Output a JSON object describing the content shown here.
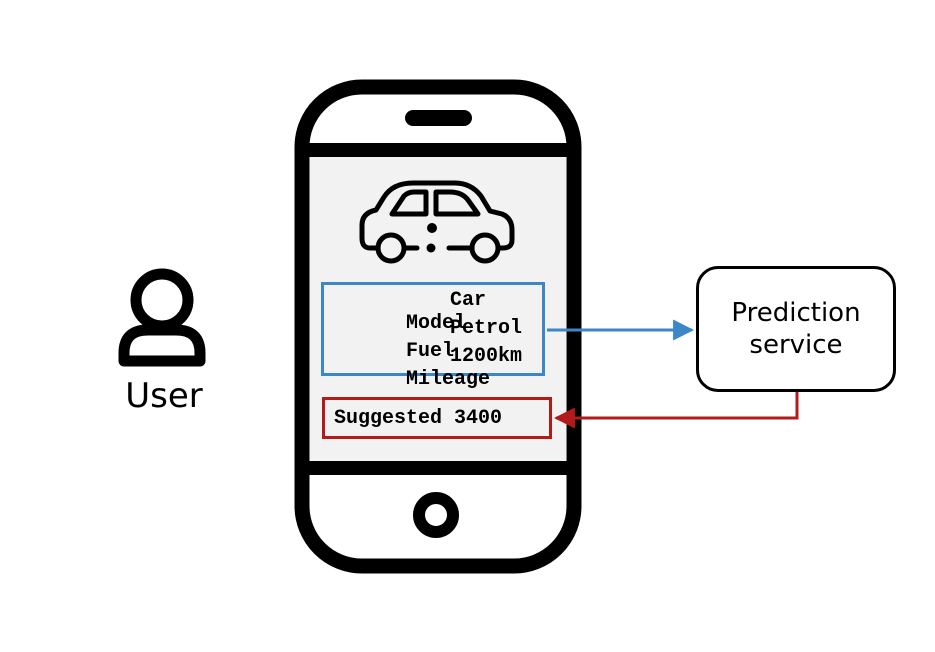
{
  "user": {
    "label": "User",
    "icon": "user-icon"
  },
  "phone": {
    "icon": "car-icon",
    "fields": [
      {
        "key": "Model",
        "value": "Car"
      },
      {
        "key": "Fuel",
        "value": "Petrol"
      },
      {
        "key": "Mileage",
        "value": "1200km"
      }
    ],
    "suggestion": {
      "label": "Suggested",
      "value": "3400"
    }
  },
  "service": {
    "line1": "Prediction",
    "line2": "service"
  },
  "colors": {
    "request_arrow": "#3b87c8",
    "response_arrow": "#b31b1b",
    "outline": "#000000"
  }
}
